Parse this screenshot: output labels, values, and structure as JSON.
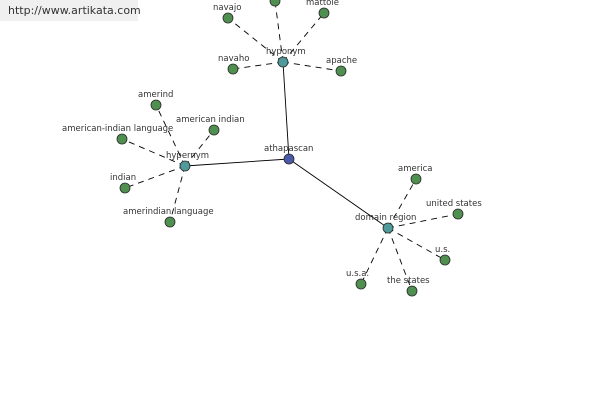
{
  "url_label": "http://www.artikata.com",
  "colors": {
    "center_node": "#4a5aa8",
    "relation_node": "#4f9a9a",
    "leaf_node": "#4f8f4f",
    "node_stroke": "#2a2a2a",
    "edge": "#000000"
  },
  "nodes": [
    {
      "id": "center",
      "label": "athapascan",
      "kind": "center"
    },
    {
      "id": "hyp_top",
      "label": "hyponym",
      "kind": "relation"
    },
    {
      "id": "hyp_left",
      "label": "hypernym",
      "kind": "relation"
    },
    {
      "id": "dom",
      "label": "domain region",
      "kind": "relation"
    },
    {
      "id": "t1",
      "label": "navajo",
      "kind": "leaf"
    },
    {
      "id": "t2",
      "label": "",
      "kind": "leaf"
    },
    {
      "id": "t3",
      "label": "mattole",
      "kind": "leaf"
    },
    {
      "id": "t4",
      "label": "navaho",
      "kind": "leaf"
    },
    {
      "id": "t5",
      "label": "apache",
      "kind": "leaf"
    },
    {
      "id": "l1",
      "label": "amerind",
      "kind": "leaf"
    },
    {
      "id": "l2",
      "label": "american-indian language",
      "kind": "leaf"
    },
    {
      "id": "l3",
      "label": "american indian",
      "kind": "leaf"
    },
    {
      "id": "l4",
      "label": "indian",
      "kind": "leaf"
    },
    {
      "id": "l5",
      "label": "amerindian language",
      "kind": "leaf"
    },
    {
      "id": "d1",
      "label": "america",
      "kind": "leaf"
    },
    {
      "id": "d2",
      "label": "united states",
      "kind": "leaf"
    },
    {
      "id": "d3",
      "label": "u.s.",
      "kind": "leaf"
    },
    {
      "id": "d4",
      "label": "the states",
      "kind": "leaf"
    },
    {
      "id": "d5",
      "label": "u.s.a.",
      "kind": "leaf"
    }
  ],
  "edges": [
    {
      "from": "center",
      "to": "hyp_top",
      "style": "solid"
    },
    {
      "from": "center",
      "to": "hyp_left",
      "style": "solid"
    },
    {
      "from": "center",
      "to": "dom",
      "style": "solid"
    },
    {
      "from": "hyp_top",
      "to": "t1",
      "style": "dashed"
    },
    {
      "from": "hyp_top",
      "to": "t2",
      "style": "dashed"
    },
    {
      "from": "hyp_top",
      "to": "t3",
      "style": "dashed"
    },
    {
      "from": "hyp_top",
      "to": "t4",
      "style": "dashed"
    },
    {
      "from": "hyp_top",
      "to": "t5",
      "style": "dashed"
    },
    {
      "from": "hyp_left",
      "to": "l1",
      "style": "dashed"
    },
    {
      "from": "hyp_left",
      "to": "l2",
      "style": "dashed"
    },
    {
      "from": "hyp_left",
      "to": "l3",
      "style": "dashed"
    },
    {
      "from": "hyp_left",
      "to": "l4",
      "style": "dashed"
    },
    {
      "from": "hyp_left",
      "to": "l5",
      "style": "dashed"
    },
    {
      "from": "dom",
      "to": "d1",
      "style": "dashed"
    },
    {
      "from": "dom",
      "to": "d2",
      "style": "dashed"
    },
    {
      "from": "dom",
      "to": "d3",
      "style": "dashed"
    },
    {
      "from": "dom",
      "to": "d4",
      "style": "dashed"
    },
    {
      "from": "dom",
      "to": "d5",
      "style": "dashed"
    }
  ]
}
